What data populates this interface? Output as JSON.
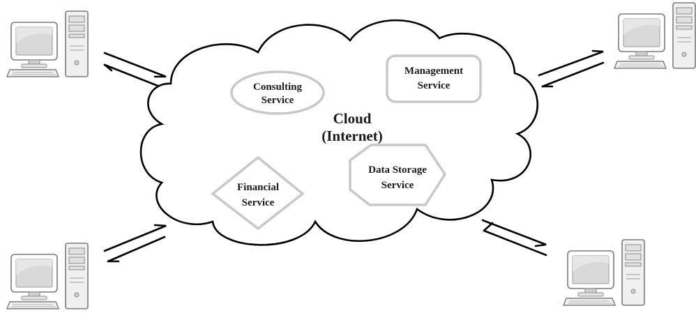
{
  "cloud": {
    "title_line1": "Cloud",
    "title_line2": "(Internet)"
  },
  "services": {
    "consulting": {
      "line1": "Consulting",
      "line2": "Service",
      "shape": "ellipse"
    },
    "management": {
      "line1": "Management",
      "line2": "Service",
      "shape": "rounded-rectangle"
    },
    "financial": {
      "line1": "Financial",
      "line2": "Service",
      "shape": "diamond"
    },
    "storage": {
      "line1": "Data Storage",
      "line2": "Service",
      "shape": "hexagon"
    }
  },
  "computers": [
    {
      "id": "top-left",
      "icon": "desktop-computer-icon"
    },
    {
      "id": "top-right",
      "icon": "desktop-computer-icon"
    },
    {
      "id": "bottom-left",
      "icon": "desktop-computer-icon"
    },
    {
      "id": "bottom-right",
      "icon": "desktop-computer-icon"
    }
  ],
  "colors": {
    "cloud_stroke": "#000000",
    "shape_stroke": "#c8c8c8",
    "text": "#1a1a1a",
    "monitor_screen": "#d9d9d9",
    "case_fill": "#f0f0f0"
  }
}
